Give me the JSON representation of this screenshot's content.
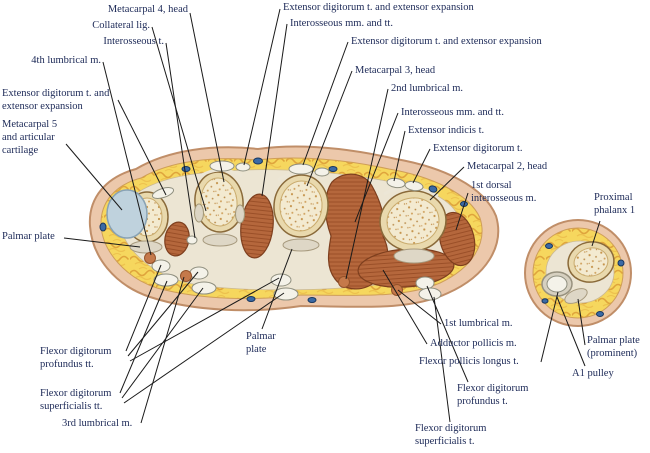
{
  "figure": {
    "kind": "anatomical cross-section diagram",
    "sections": [
      "hand at metacarpal heads",
      "thumb at proximal phalanx"
    ]
  },
  "palette": {
    "label_text": "#1c2957",
    "leader_line": "#1a1a1a",
    "skin": "#ecc8ab",
    "skin_outline": "#c08e68",
    "fat": "#f6d75e",
    "fat_squiggle": "#dfa43c",
    "fascia": "#ece5d3",
    "bone_cortex": "#e9d9ad",
    "bone_trabecular": "#f3ead0",
    "bone_stipple": "#c6954d",
    "muscle": "#b5673c",
    "muscle_striation": "#9a4f28",
    "tendon": "#f4f2e9",
    "cartilage": "#bfd2dd",
    "vessel": "#3b6aa5",
    "palmar_plate": "#ded7c6"
  },
  "labels": [
    {
      "id": "metacarpal-4-head",
      "text": "Metacarpal 4, head"
    },
    {
      "id": "collateral-lig",
      "text": "Collateral lig."
    },
    {
      "id": "interosseous-t",
      "text": "Interosseous t."
    },
    {
      "id": "4th-lumbrical-m",
      "text": "4th lumbrical m."
    },
    {
      "id": "extensor-digitorum-expansion-1",
      "text": "Extensor digitorum t. and extensor expansion"
    },
    {
      "id": "interosseous-mm-tt-1",
      "text": "Interosseous mm. and tt."
    },
    {
      "id": "extensor-digitorum-expansion-2",
      "text": "Extensor digitorum t. and extensor expansion"
    },
    {
      "id": "metacarpal-3-head",
      "text": "Metacarpal 3, head"
    },
    {
      "id": "2nd-lumbrical-m",
      "text": "2nd lumbrical m."
    },
    {
      "id": "interosseous-mm-tt-2",
      "text": "Interosseous mm. and tt."
    },
    {
      "id": "extensor-indicis-t",
      "text": "Extensor indicis t."
    },
    {
      "id": "extensor-digitorum-t",
      "text": "Extensor digitorum t."
    },
    {
      "id": "metacarpal-2-head",
      "text": "Metacarpal 2, head"
    },
    {
      "id": "1st-dorsal-interosseous-m",
      "text": "1st dorsal\ninterosseous m."
    },
    {
      "id": "proximal-phalanx-1",
      "text": "Proximal\nphalanx 1"
    },
    {
      "id": "extensor-digitorum-expansion-3",
      "text": "Extensor digitorum t. and\nextensor expansion"
    },
    {
      "id": "metacarpal-5-articular-cartilage",
      "text": "Metacarpal 5\nand articular\ncartilage"
    },
    {
      "id": "palmar-plate-left",
      "text": "Palmar plate"
    },
    {
      "id": "flexor-digitorum-profundus-tt",
      "text": "Flexor digitorum\nprofundus tt."
    },
    {
      "id": "flexor-digitorum-superficialis-tt",
      "text": "Flexor digitorum\nsuperficialis tt."
    },
    {
      "id": "3rd-lumbrical-m",
      "text": "3rd lumbrical m."
    },
    {
      "id": "palmar-plate-center",
      "text": "Palmar\nplate"
    },
    {
      "id": "1st-lumbrical-m",
      "text": "1st lumbrical m."
    },
    {
      "id": "adductor-pollicis-m",
      "text": "Adductor pollicis m."
    },
    {
      "id": "flexor-pollicis-longus-t",
      "text": "Flexor pollicis longus t."
    },
    {
      "id": "flexor-digitorum-profundus-t",
      "text": "Flexor digitorum\nprofundus t."
    },
    {
      "id": "flexor-digitorum-superficialis-t",
      "text": "Flexor digitorum\nsuperficialis t."
    },
    {
      "id": "palmar-plate-prominent",
      "text": "Palmar plate\n(prominent)"
    },
    {
      "id": "a1-pulley",
      "text": "A1 pulley"
    }
  ]
}
